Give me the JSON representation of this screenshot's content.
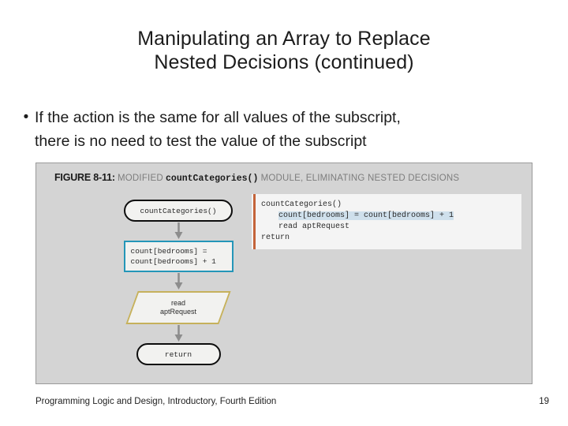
{
  "slide": {
    "title_line_1": "Manipulating an Array to Replace",
    "title_line_2": "Nested Decisions (continued)",
    "bullet_marker": "•",
    "bullet_line_1": "If the action is the same for all values of the subscript,",
    "bullet_line_2": "there is no need to test the value of the subscript"
  },
  "figure": {
    "label": "FIGURE 8-11:",
    "caption_before": "MODIFIED",
    "caption_code": "countCategories()",
    "caption_after": "MODULE, ELIMINATING NESTED DECISIONS",
    "flowchart": {
      "start_terminal": "countCategories()",
      "process_line_1": "count[bedrooms] =",
      "process_line_2": "count[bedrooms] + 1",
      "io_line_1": "read",
      "io_line_2": "aptRequest",
      "end_terminal": "return"
    },
    "pseudocode": {
      "line_1": "countCategories()",
      "line_2_highlight": "count[bedrooms] = count[bedrooms] + 1",
      "line_3": "read aptRequest",
      "line_4": "return"
    },
    "colors": {
      "panel_background": "#d4d4d4",
      "panel_border": "#9a9a9a",
      "process_border": "#2496b8",
      "io_border": "#c6b15c",
      "terminal_border": "#0d0d0d",
      "code_accent_bar": "#c4643a",
      "code_highlight": "#cfe0ec",
      "arrow": "#8d8d8d"
    }
  },
  "footer": {
    "source_text": "Programming Logic and Design, Introductory, Fourth Edition",
    "page_number": "19"
  }
}
